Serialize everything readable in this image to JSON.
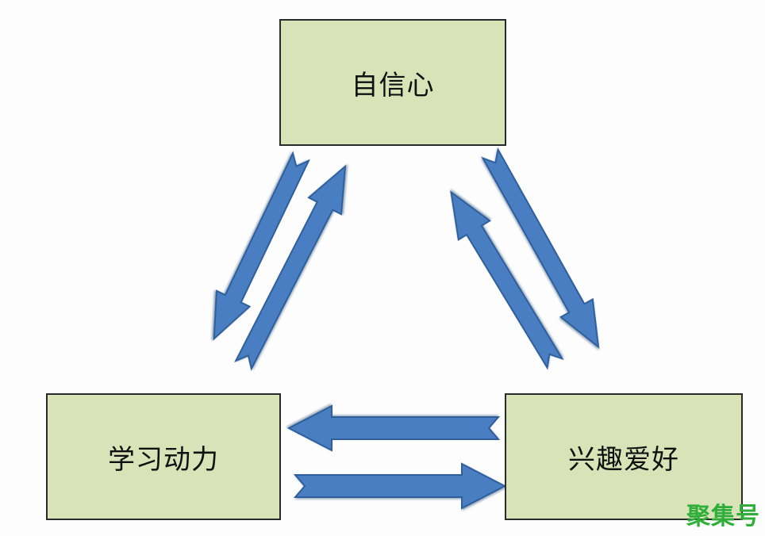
{
  "nodes": {
    "top": {
      "label": "自信心"
    },
    "left": {
      "label": "学习动力"
    },
    "right": {
      "label": "兴趣爱好"
    }
  },
  "watermark": {
    "text": "聚集号"
  },
  "colors": {
    "node_fill": "#d9e3b8",
    "node_border": "#2a2a2a",
    "arrow_fill": "#4a7ec2",
    "arrow_stroke": "#2f5e9a",
    "watermark": "#2fae3a"
  }
}
